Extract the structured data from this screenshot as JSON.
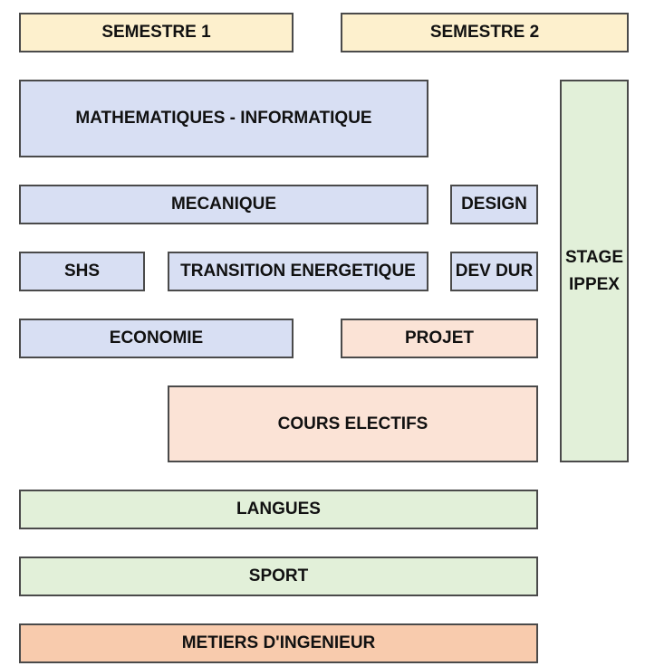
{
  "semesters": {
    "s1": "SEMESTRE 1",
    "s2": "SEMESTRE 2"
  },
  "modules": {
    "math_info": "MATHEMATIQUES - INFORMATIQUE",
    "mecanique": "MECANIQUE",
    "design": "DESIGN",
    "shs": "SHS",
    "transition": "TRANSITION ENERGETIQUE",
    "dev_dur": "DEV DUR",
    "economie": "ECONOMIE",
    "projet": "PROJET",
    "cours_electifs": "COURS ELECTIFS",
    "langues": "LANGUES",
    "sport": "SPORT",
    "metiers": "METIERS D'INGENIEUR"
  },
  "stage": {
    "line1": "STAGE",
    "line2": "IPPEX"
  },
  "colors": {
    "semester": "#fdf0cd",
    "blue": "#d8dff3",
    "peach": "#fbe3d6",
    "green": "#e2f0d9",
    "orange": "#f8cbad"
  }
}
